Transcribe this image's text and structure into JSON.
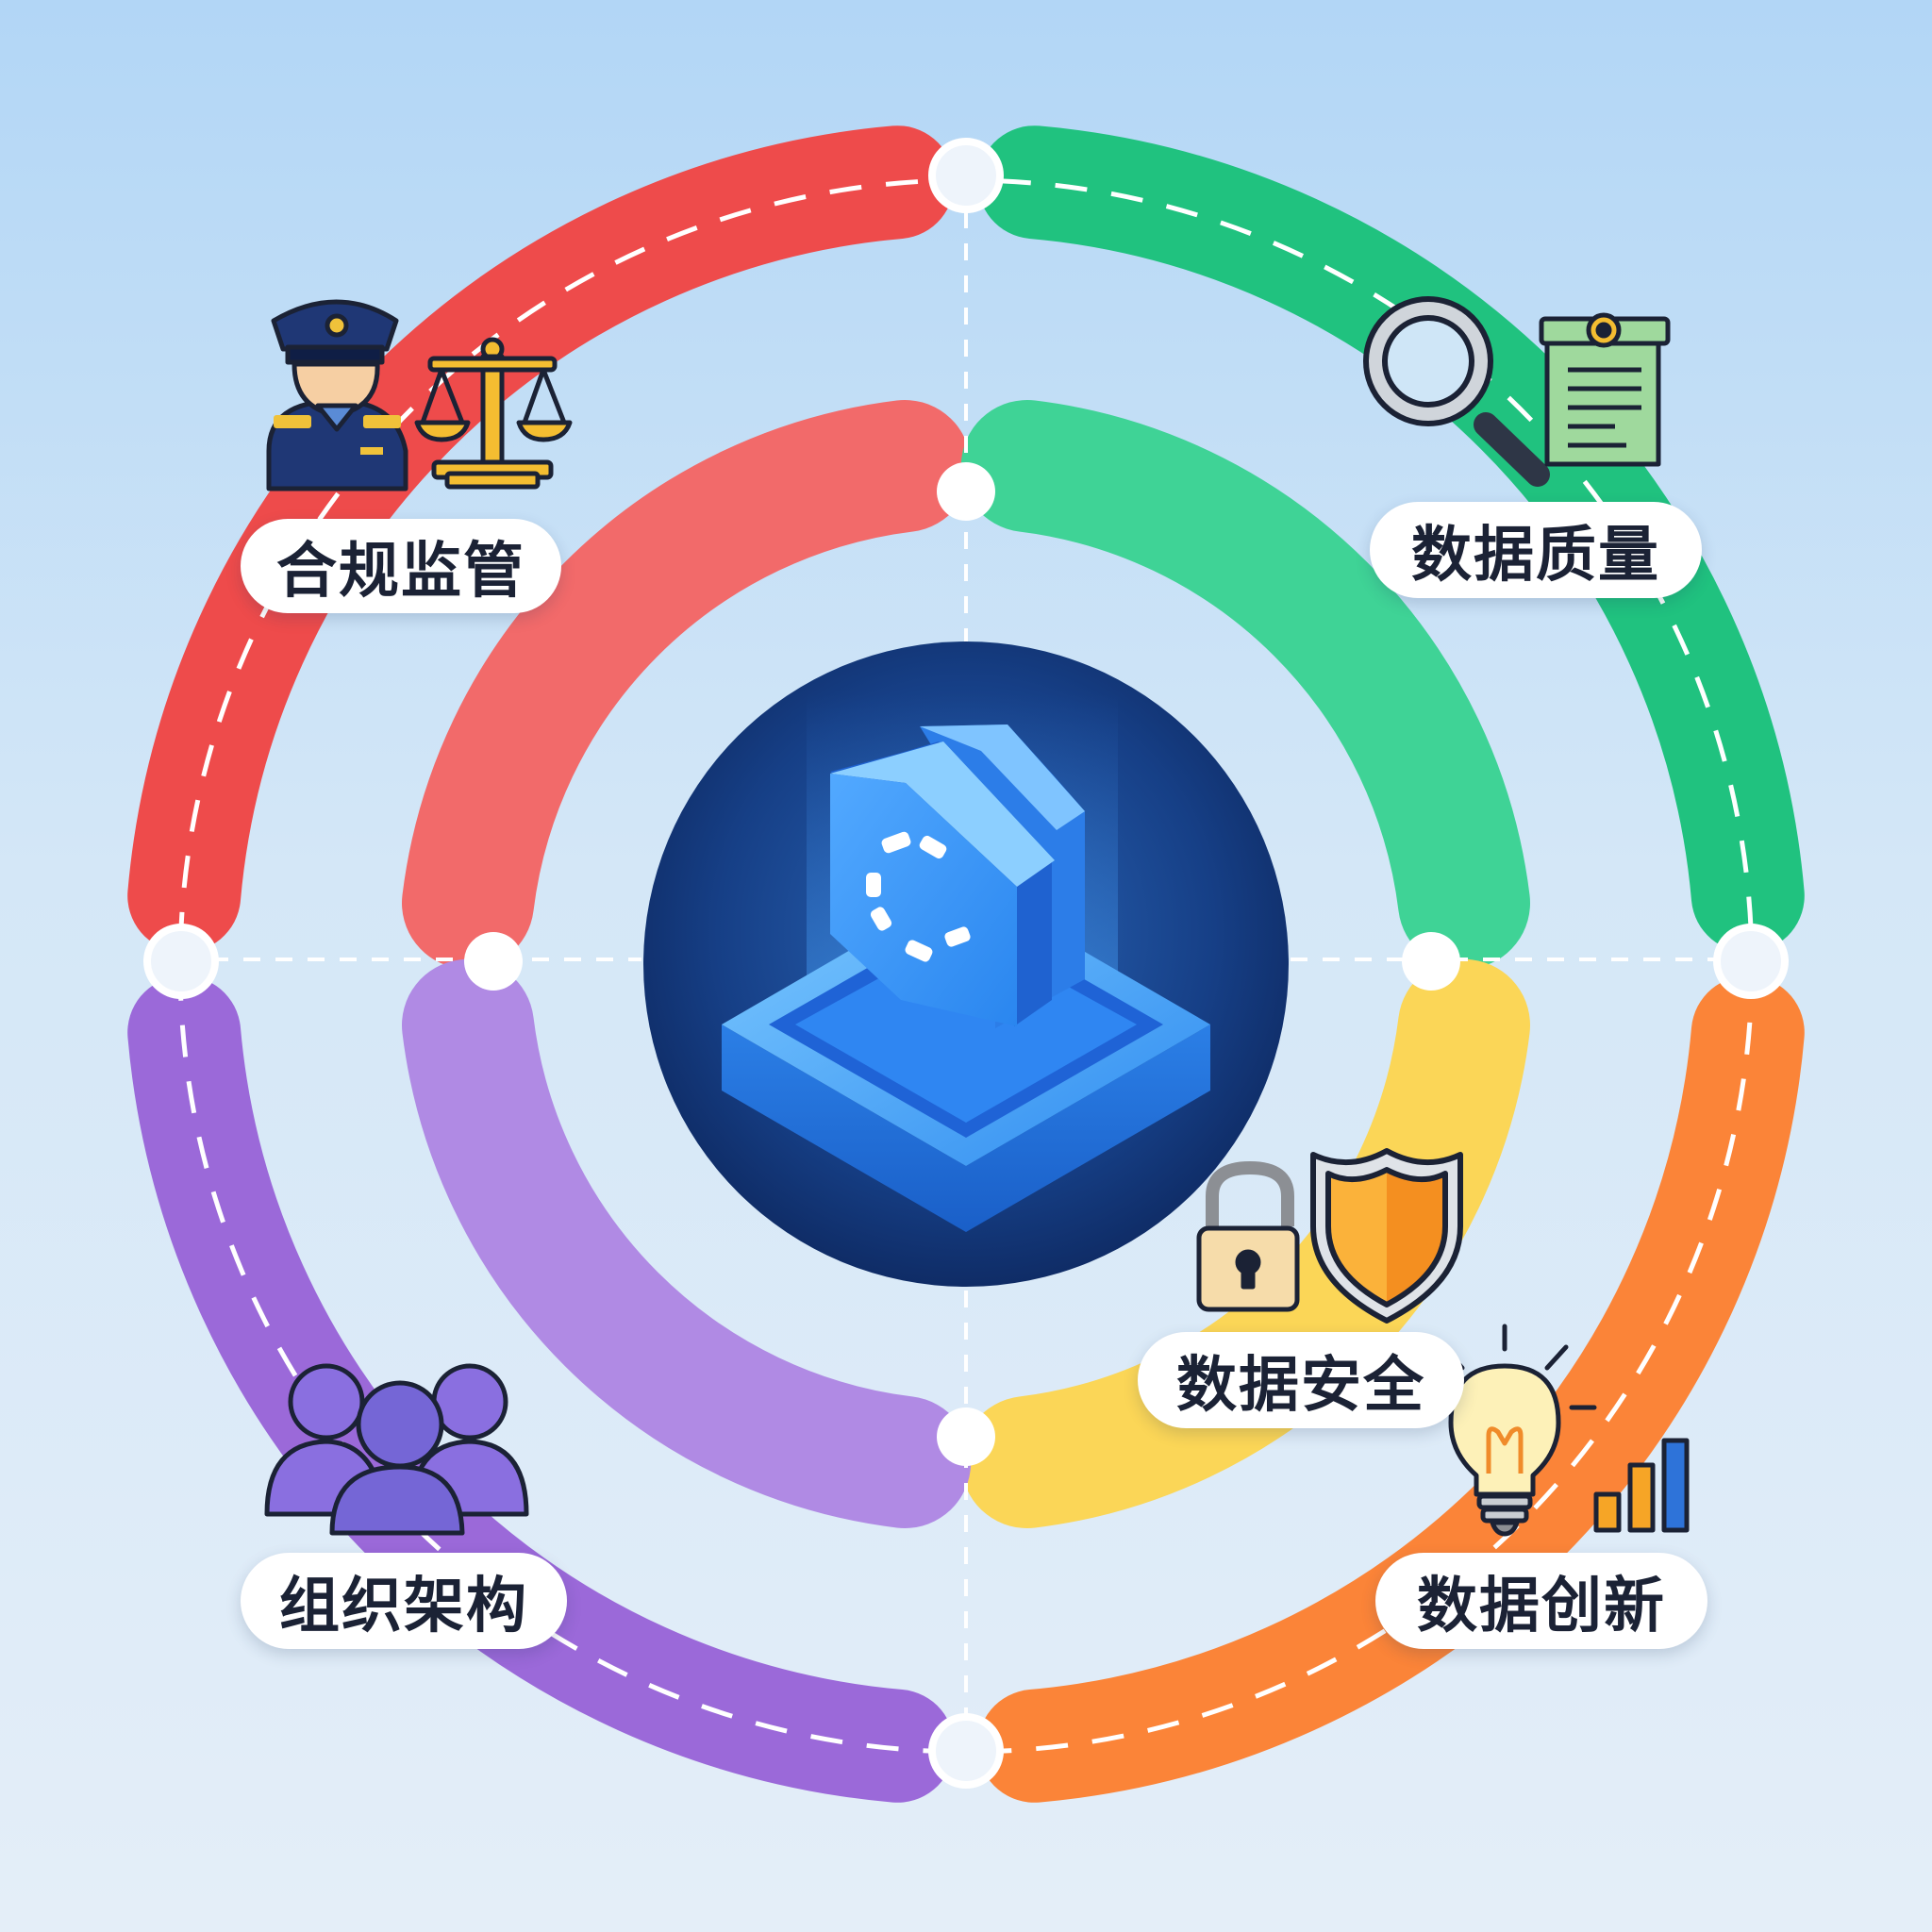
{
  "center": {
    "icon": "shield-chip-icon"
  },
  "quadrants": [
    {
      "id": "compliance",
      "label": "合规监管",
      "color": "#ee4b4b",
      "inner_color": "#f26a6a",
      "icons": [
        "police-officer-icon",
        "scales-icon"
      ]
    },
    {
      "id": "quality",
      "label": "数据质量",
      "color": "#20c27f",
      "inner_color": "#3fd396",
      "icons": [
        "magnifier-icon",
        "document-icon"
      ]
    },
    {
      "id": "organization",
      "label": "组织架构",
      "color": "#9b69d9",
      "inner_color": "#b08ae4",
      "icons": [
        "team-icon"
      ]
    },
    {
      "id": "security",
      "label": "数据安全",
      "color": "#fbd657",
      "inner_color": "#fbd657",
      "icons": [
        "padlock-icon",
        "shield-icon"
      ]
    },
    {
      "id": "innovation",
      "label": "数据创新",
      "color": "#fb8438",
      "inner_color": "#fb8438",
      "icons": [
        "lightbulb-icon",
        "bar-chart-icon"
      ]
    }
  ]
}
